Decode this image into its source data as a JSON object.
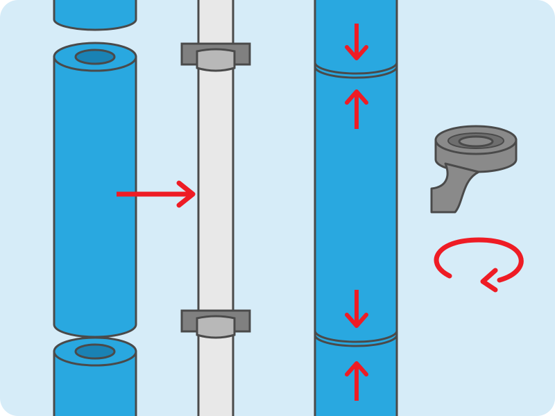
{
  "diagram": {
    "colors": {
      "background": "#d6ecf8",
      "insulation": "#29a8e0",
      "insulation_hole": "#1a82b4",
      "pipe": "#e8e8e8",
      "clamp": "#b8b8b8",
      "bracket": "#808080",
      "tape": "#8a8a8a",
      "tape_dark": "#6e6e6e",
      "outline": "#4a4a4a",
      "arrow": "#ee1c25"
    },
    "elements": [
      {
        "name": "insulation-segment-top",
        "icon": "foam-pipe-insulation"
      },
      {
        "name": "insulation-segment-middle",
        "icon": "foam-pipe-insulation"
      },
      {
        "name": "insulation-segment-bottom",
        "icon": "foam-pipe-insulation"
      },
      {
        "name": "bare-pipe",
        "icon": "pipe"
      },
      {
        "name": "pipe-clamp",
        "icon": "wall-bracket"
      },
      {
        "name": "insulated-pipe",
        "icon": "insulated-pipe"
      },
      {
        "name": "tape-roll",
        "icon": "duct-tape-roll"
      },
      {
        "name": "wrap-arrow",
        "icon": "rotate-arrow"
      }
    ],
    "steps": [
      {
        "name": "slide-insulation-onto-pipe",
        "arrow": "right-arrow"
      },
      {
        "name": "butt-seams-together",
        "arrow": "converging-arrows"
      },
      {
        "name": "wrap-seams-with-tape",
        "arrow": "circular-arrow"
      }
    ]
  }
}
